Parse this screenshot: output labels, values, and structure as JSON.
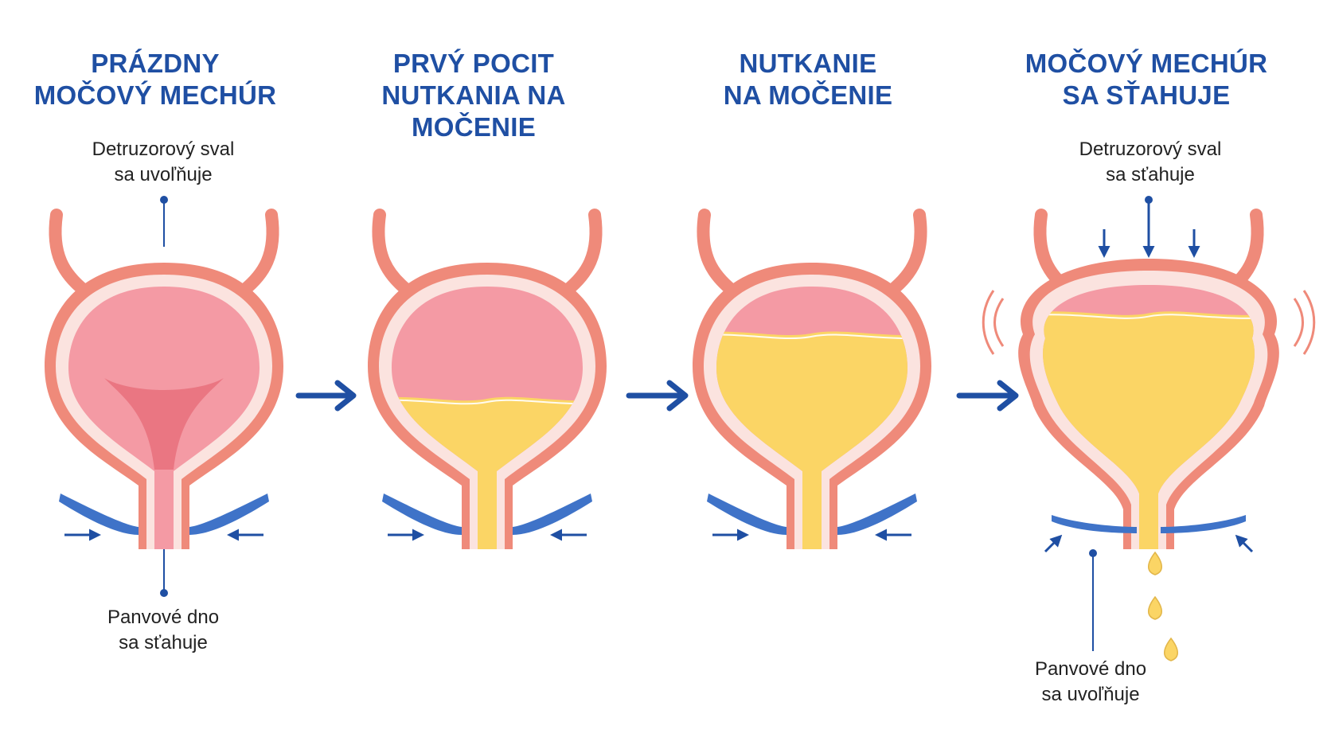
{
  "colors": {
    "title": "#1f4fa3",
    "arrow": "#1f4fa3",
    "wall_outer": "#ef8a7a",
    "wall_inner": "#fbe3df",
    "lumen": "#f49aa4",
    "urine": "#fbd565",
    "pelvic_floor": "#3f73c8",
    "label_text": "#222222"
  },
  "stages": [
    {
      "title": [
        "PRÁZDNY",
        "MOČOVÝ MECHÚR"
      ],
      "fill_fraction": 0.0,
      "top_label": [
        "Detruzorový sval",
        "sa uvoľňuje"
      ],
      "bottom_label": [
        "Panvové dno",
        "sa sťahuje"
      ]
    },
    {
      "title": [
        "PRVÝ POCIT",
        "NUTKANIA NA MOČENIE"
      ],
      "fill_fraction": 0.4
    },
    {
      "title": [
        "NUTKANIE",
        "NA MOČENIE"
      ],
      "fill_fraction": 0.75
    },
    {
      "title": [
        "MOČOVÝ MECHÚR",
        "SA SŤAHUJE"
      ],
      "fill_fraction": 0.85,
      "top_label": [
        "Detruzorový sval",
        "sa sťahuje"
      ],
      "bottom_label": [
        "Panvové dno",
        "sa uvoľňuje"
      ]
    }
  ]
}
